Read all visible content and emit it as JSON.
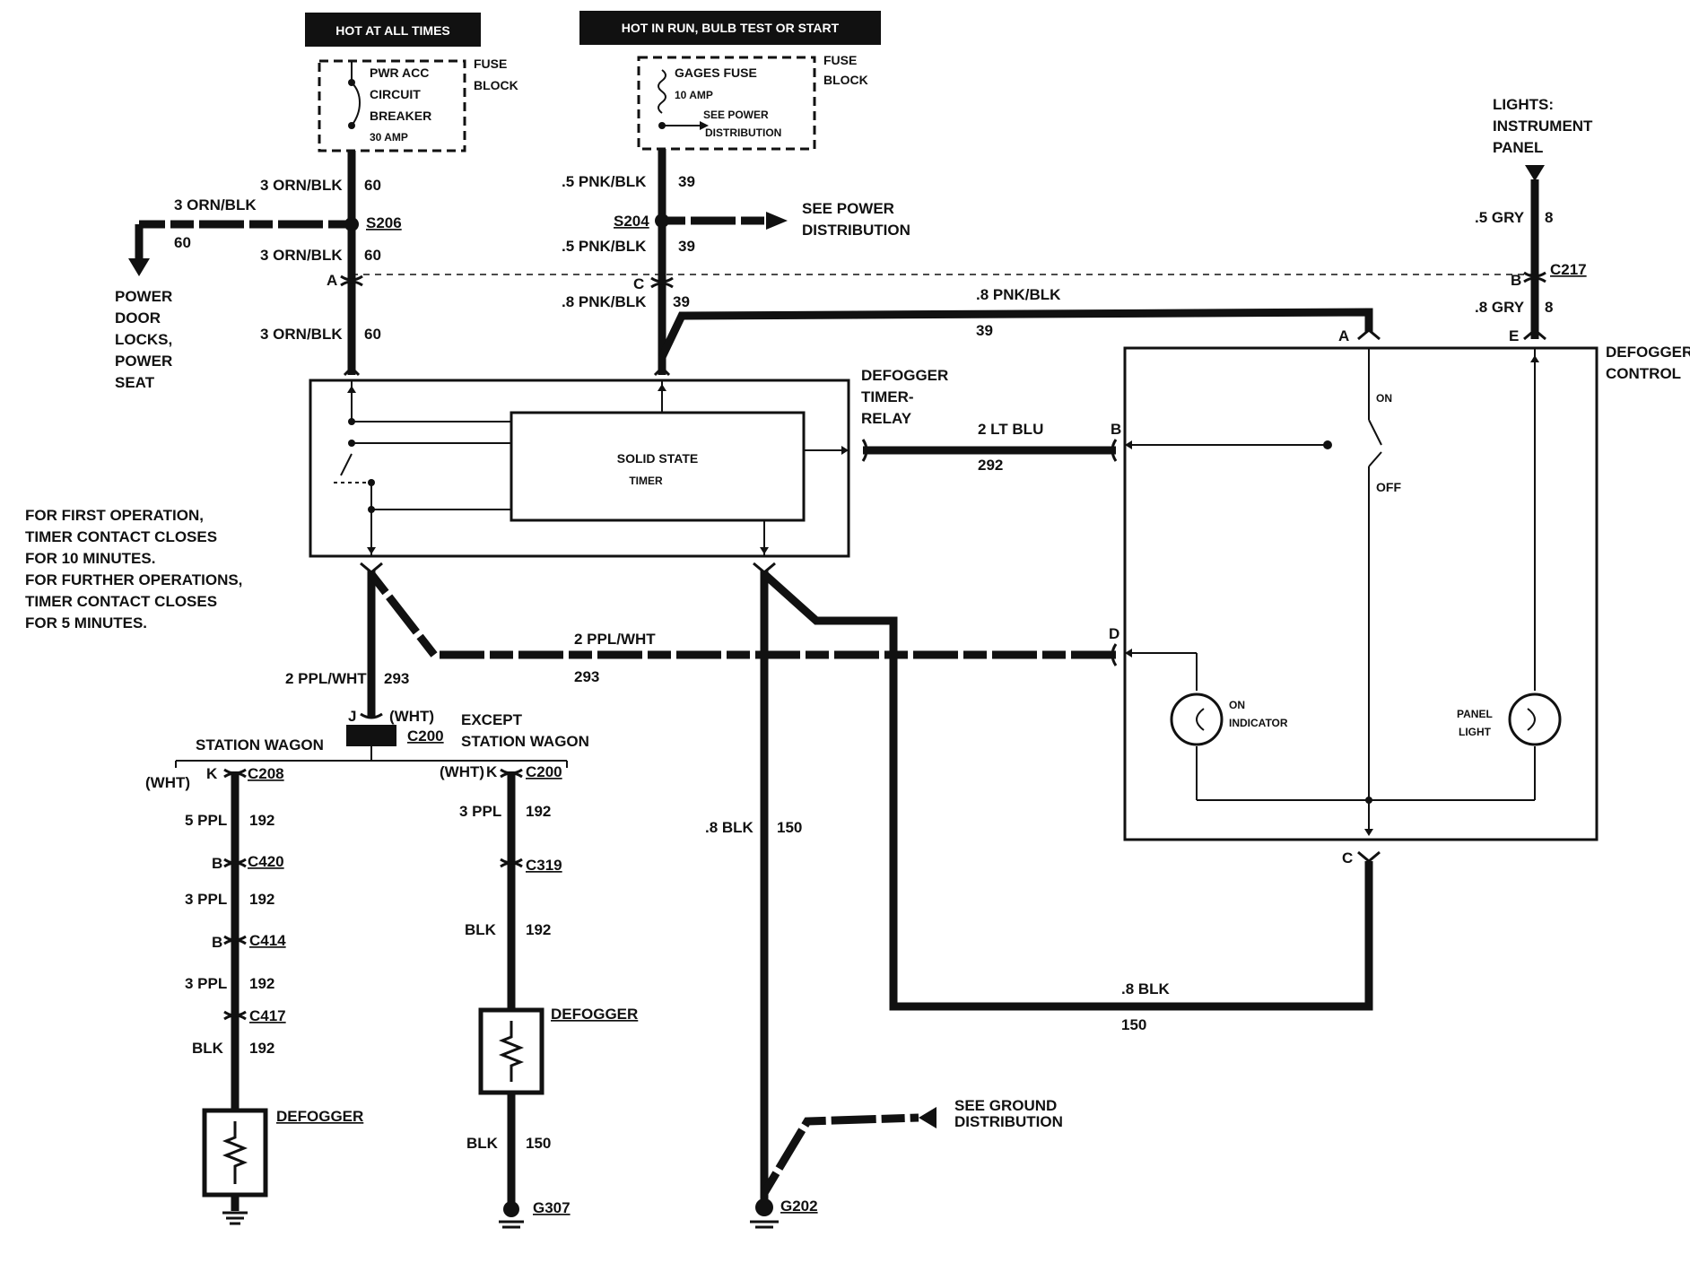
{
  "headers": {
    "hot_at_all_times": "HOT AT ALL TIMES",
    "hot_in_run": "HOT IN RUN,  BULB TEST OR START"
  },
  "fuse_left": {
    "name_lines": [
      "PWR ACC",
      "CIRCUIT",
      "BREAKER"
    ],
    "rating": "30 AMP",
    "block_lines": [
      "FUSE",
      "BLOCK"
    ]
  },
  "fuse_right": {
    "name": "GAGES FUSE",
    "rating": "10 AMP",
    "see_lines": [
      "SEE POWER",
      "DISTRIBUTION"
    ],
    "block_lines": [
      "FUSE",
      "BLOCK"
    ]
  },
  "wires": {
    "orn_blk_3": "3 ORN/BLK",
    "circ_60": "60",
    "s206": "S206",
    "pnk_blk_5": ".5 PNK/BLK",
    "pnk_blk_8": ".8 PNK/BLK",
    "circ_39": "39",
    "s204": "S204",
    "gry_5": ".5 GRY",
    "gry_8": ".8 GRY",
    "circ_8": "8",
    "c217": "C217",
    "lt_blu_2": "2 LT BLU",
    "circ_292": "292",
    "ppl_wht_2": "2 PPL/WHT",
    "circ_293": "293",
    "blk_8": ".8 BLK",
    "circ_150": "150",
    "ppl_5": "5 PPL",
    "ppl_3": "3 PPL",
    "blk": "BLK",
    "circ_192": "192",
    "c200": "C200",
    "c208": "C208",
    "c420": "C420",
    "c414": "C414",
    "c417": "C417",
    "c319": "C319",
    "g307": "G307",
    "g202": "G202",
    "wht": "(WHT)"
  },
  "pins": {
    "A": "A",
    "B": "B",
    "C": "C",
    "D": "D",
    "E": "E",
    "J": "J",
    "K": "K"
  },
  "labels": {
    "power_lines": [
      "POWER",
      "DOOR",
      "LOCKS,",
      "POWER",
      "SEAT"
    ],
    "see_power_lines": [
      "SEE POWER",
      "DISTRIBUTION"
    ],
    "lights_lines": [
      "LIGHTS:",
      "INSTRUMENT",
      "PANEL"
    ],
    "timer_relay_lines": [
      "DEFOGGER",
      "TIMER-",
      "RELAY"
    ],
    "solid_state_lines": [
      "SOLID STATE",
      "TIMER"
    ],
    "defogger_control_lines": [
      "DEFOGGER",
      "CONTROL"
    ],
    "on": "ON",
    "off": "OFF",
    "on_indicator_lines": [
      "ON",
      "INDICATOR"
    ],
    "panel_light_lines": [
      "PANEL",
      "LIGHT"
    ],
    "note_lines": [
      "FOR FIRST OPERATION,",
      "TIMER CONTACT CLOSES",
      "FOR 10 MINUTES.",
      "FOR FURTHER OPERATIONS,",
      "TIMER CONTACT CLOSES",
      "FOR 5 MINUTES."
    ],
    "station_wagon": "STATION WAGON",
    "except_lines": [
      "EXCEPT",
      "STATION WAGON"
    ],
    "defogger": "DEFOGGER",
    "see_ground_lines": [
      "SEE GROUND",
      "DISTRIBUTION"
    ]
  }
}
